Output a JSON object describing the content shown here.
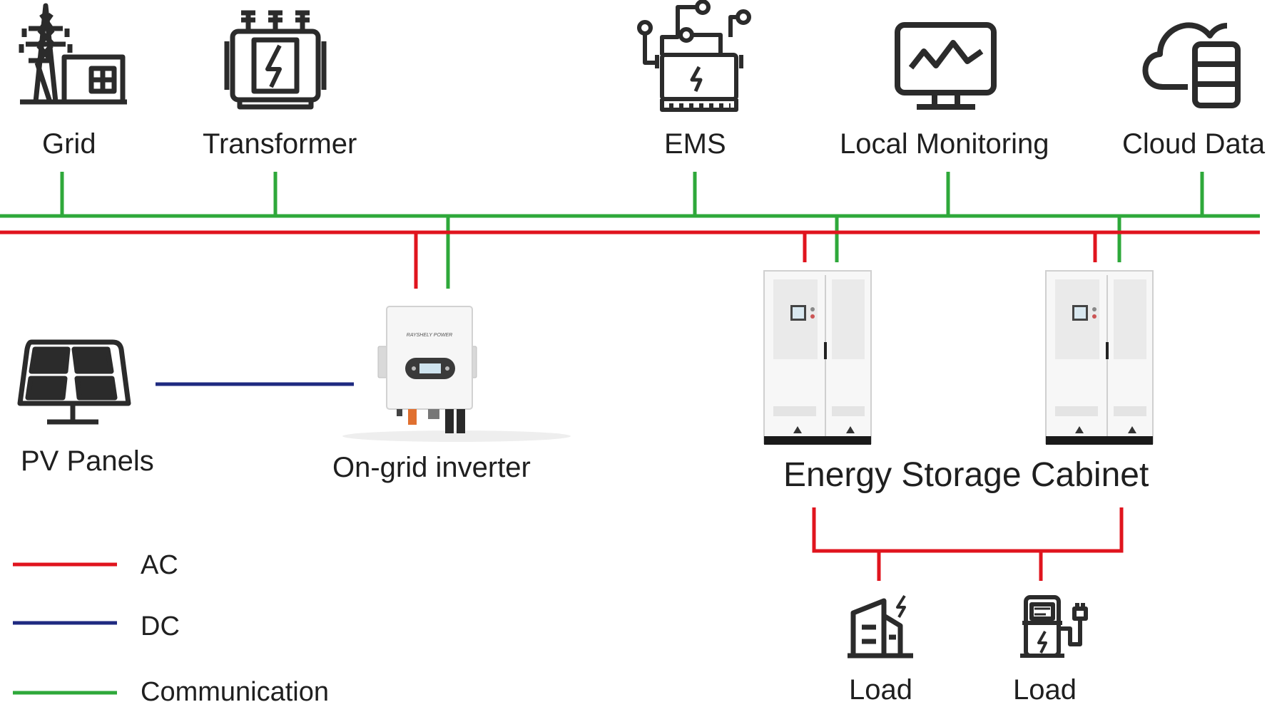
{
  "nodes": {
    "grid": "Grid",
    "transformer": "Transformer",
    "ems": "EMS",
    "local_monitoring": "Local Monitoring",
    "cloud_data": "Cloud Data",
    "pv_panels": "PV Panels",
    "inverter": "On-grid inverter",
    "inverter_brand": "RAYSHELY POWER",
    "storage": "Energy Storage Cabinet",
    "load_building": "Load",
    "load_charger": "Load"
  },
  "legend": [
    {
      "label": "AC",
      "color": "#e0141e"
    },
    {
      "label": "DC",
      "color": "#1f2a80"
    },
    {
      "label": "Communication",
      "color": "#2ea83a"
    }
  ],
  "colors": {
    "ac": "#e0141e",
    "dc": "#1f2a80",
    "communication": "#2ea83a",
    "icon": "#2b2b2b"
  }
}
